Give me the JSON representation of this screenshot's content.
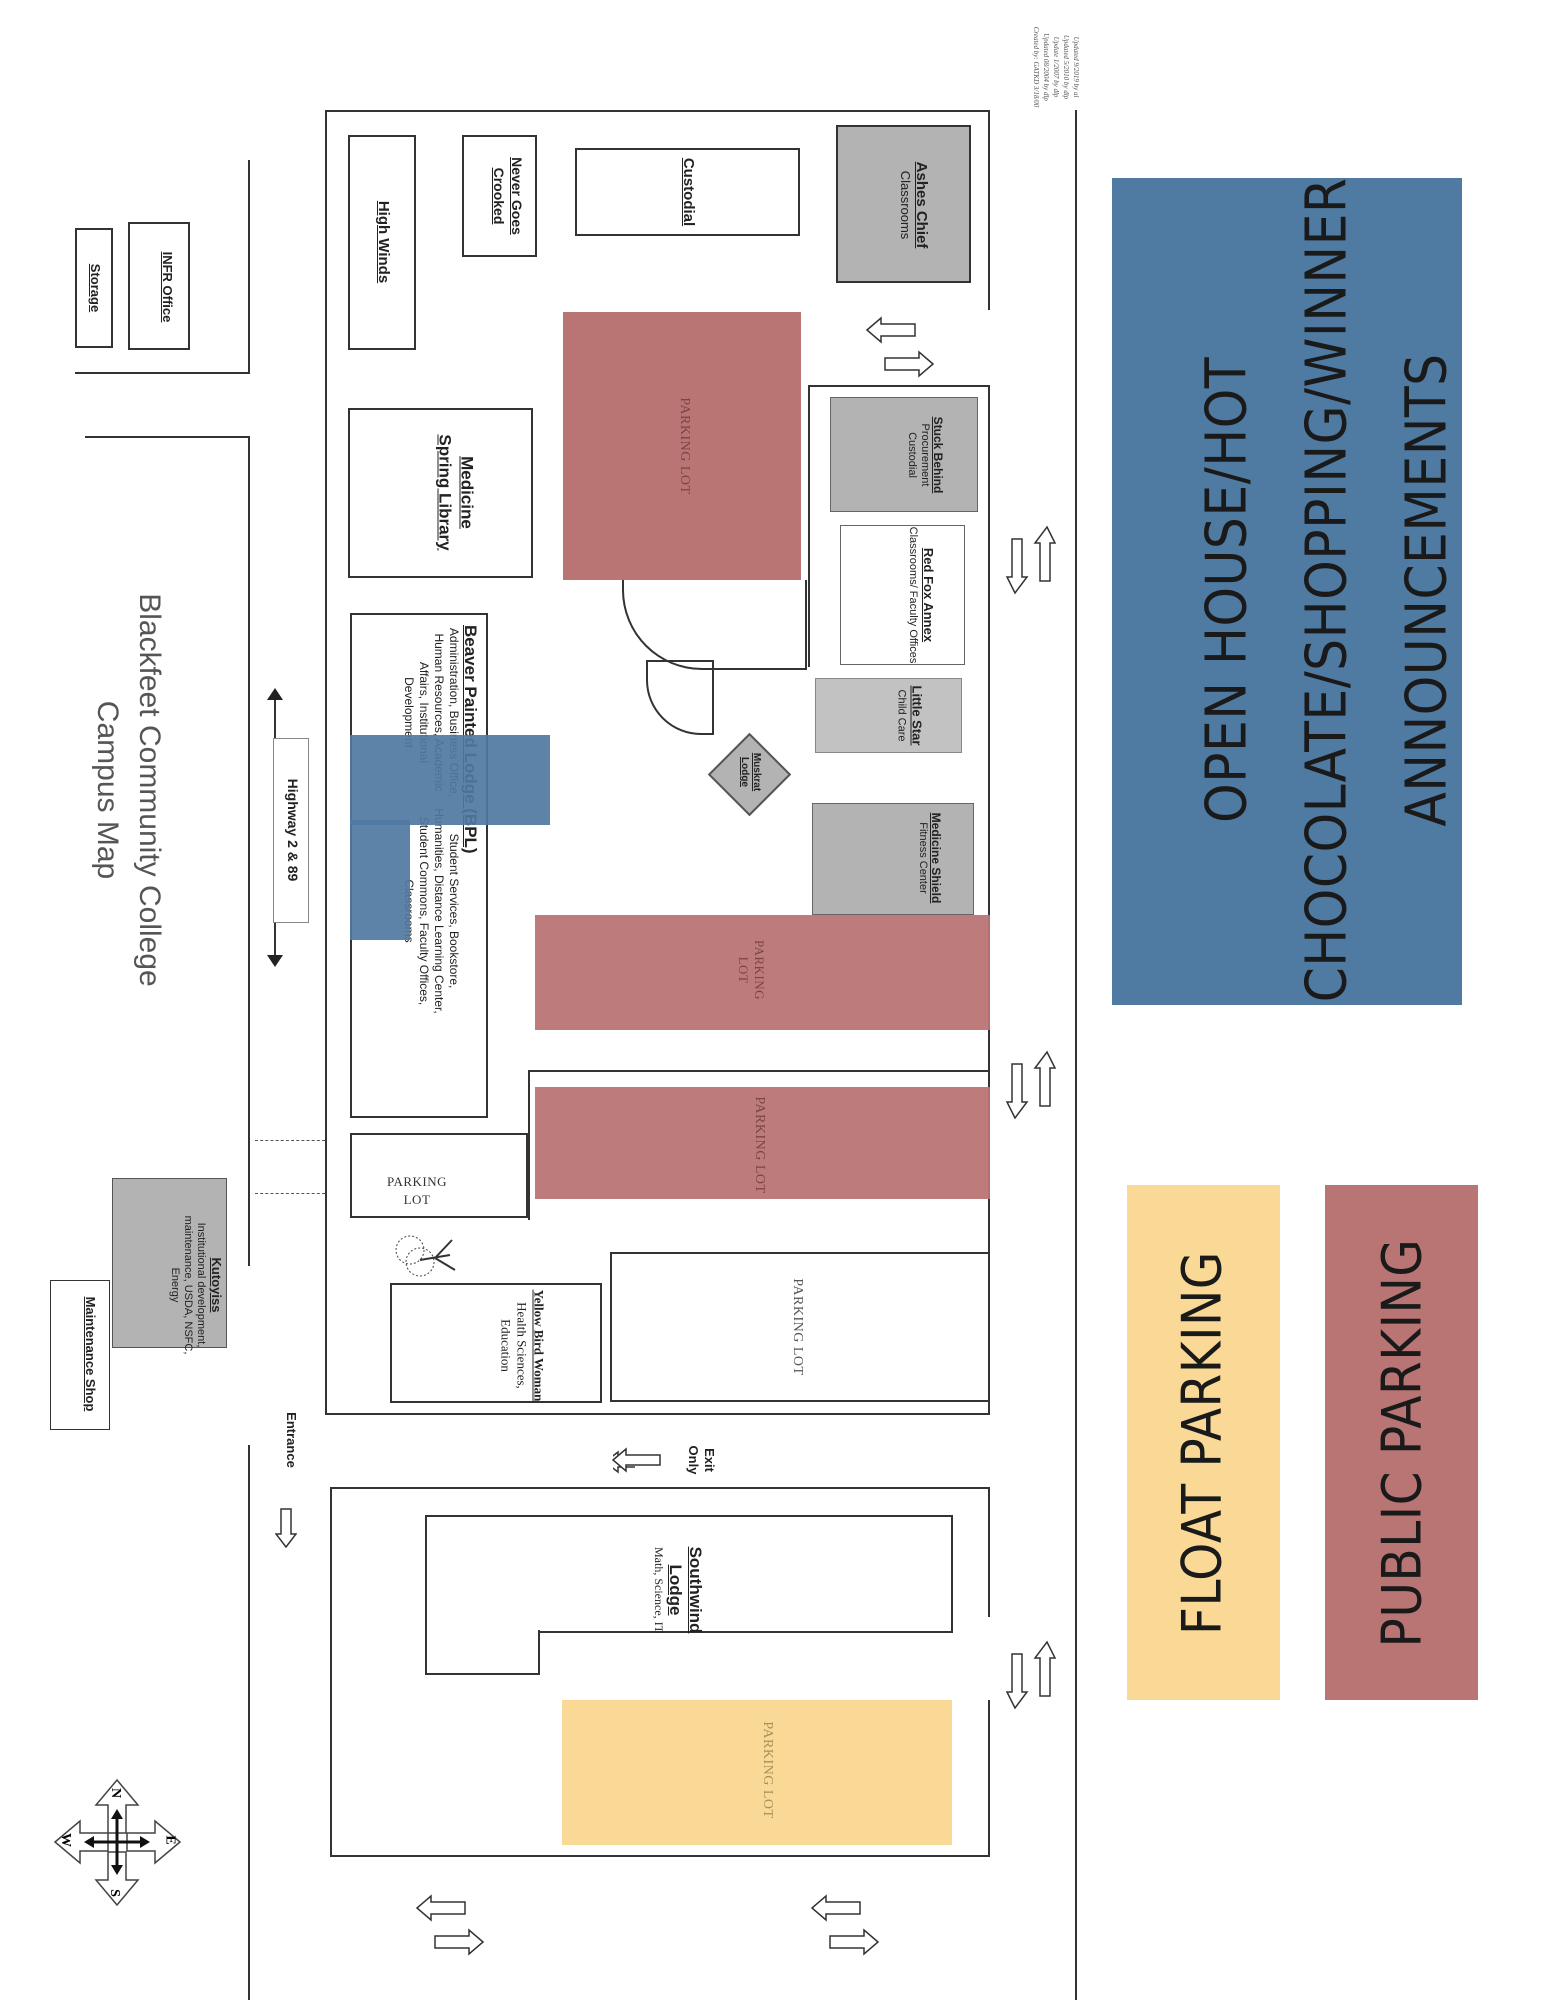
{
  "map": {
    "title_line1": "Blackfeet Community College",
    "title_line2": "Campus Map",
    "highway": "Highway 2 & 89",
    "entrance": "Entrance",
    "exit_only": "Exit Only",
    "credits": [
      "Created by: GATKD 3/18/00",
      "Updated 08/2004 by dlp",
      "Update 1/2007 by dlp",
      "Updated 5/2010 by dlp",
      "Updated 9/2019 by al"
    ],
    "compass": {
      "n": "N",
      "s": "S",
      "e": "E",
      "w": "W"
    },
    "parking_label": "PARKING LOT",
    "parking_lot_small": "PARKING LOT",
    "buildings": {
      "storage": {
        "name": "Storage"
      },
      "infr": {
        "name": "INFR Office"
      },
      "maintenance": {
        "name": "Maintenance Shop"
      },
      "kutoyiss": {
        "name": "Kutoyiss",
        "desc": "Institutional development, maintenance, USDA, NSFC, Energy"
      },
      "high_winds": {
        "name": "High Winds"
      },
      "never_goes_crooked": {
        "name": "Never Goes Crooked"
      },
      "custodial": {
        "name": "Custodial"
      },
      "ashes_chief": {
        "name": "Ashes Chief",
        "desc": "Classrooms"
      },
      "medicine_spring": {
        "name": "Medicine Spring Library"
      },
      "stuck_behind": {
        "name": "Stuck Behind",
        "desc": "Procurement Custodial"
      },
      "red_fox": {
        "name": "Red Fox Annex",
        "desc": "Classrooms/ Faculty Offices"
      },
      "little_star": {
        "name": "Little Star",
        "desc": "Child Care"
      },
      "muskrat": {
        "name": "Muskrat Lodge"
      },
      "medicine_shield": {
        "name": "Medicine Shield",
        "desc": "Fitness Center"
      },
      "beaver": {
        "name": "Beaver Painted Lodge (BPL)",
        "desc_left": "Administration, Business Office, Human Resources, Academic Affairs, Institutional Development",
        "desc_right": "Student Services, Bookstore, Humanities, Distance Learning Center, Student Commons, Faculty Offices, Classrooms"
      },
      "yellow_bird": {
        "name": "Yellow Bird Woman",
        "desc": "Health Sciences, Education"
      },
      "southwind": {
        "name": "Southwind Lodge",
        "desc": "Math, Science, IT"
      }
    }
  },
  "legend": {
    "announcements": "OPEN HOUSE/HOT CHOCOLATE/SHOPPING/WINNER ANNOUNCEMENTS",
    "float_parking": "FLOAT PARKING",
    "public_parking": "PUBLIC PARKING"
  },
  "colors": {
    "public_parking": "#b97574",
    "float_parking": "#f9d995",
    "announcements": "#4f7aa1"
  }
}
